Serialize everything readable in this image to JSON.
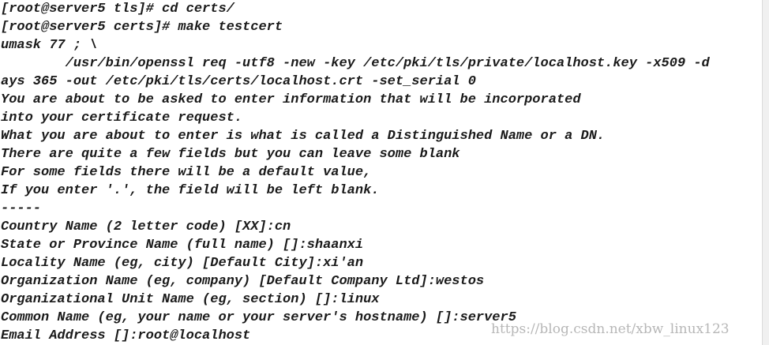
{
  "terminal": {
    "lines": [
      "[root@server5 tls]# cd certs/",
      "[root@server5 certs]# make testcert",
      "umask 77 ; \\",
      "        /usr/bin/openssl req -utf8 -new -key /etc/pki/tls/private/localhost.key -x509 -d",
      "ays 365 -out /etc/pki/tls/certs/localhost.crt -set_serial 0",
      "You are about to be asked to enter information that will be incorporated",
      "into your certificate request.",
      "What you are about to enter is what is called a Distinguished Name or a DN.",
      "There are quite a few fields but you can leave some blank",
      "For some fields there will be a default value,",
      "If you enter '.', the field will be left blank.",
      "-----",
      "Country Name (2 letter code) [XX]:cn",
      "State or Province Name (full name) []:shaanxi",
      "Locality Name (eg, city) [Default City]:xi'an",
      "Organization Name (eg, company) [Default Company Ltd]:westos",
      "Organizational Unit Name (eg, section) []:linux",
      "Common Name (eg, your name or your server's hostname) []:server5",
      "Email Address []:root@localhost"
    ]
  },
  "watermark": "https://blog.csdn.net/xbw_linux123"
}
